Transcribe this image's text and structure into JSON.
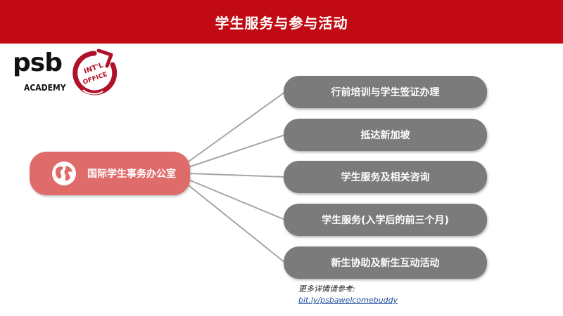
{
  "header": {
    "title": "学生服务与参与活动",
    "background_color": "#c10a14"
  },
  "logos": {
    "psb_text": "psb",
    "academy_text": "ACADEMY",
    "office_line1": "INT'L",
    "office_line2": "OFFICE"
  },
  "diagram": {
    "center": {
      "label": "国际学生事务办公室",
      "icon": "globe-icon",
      "color": "#e06b6b"
    },
    "branches": [
      {
        "label": "行前培训与学生签证办理"
      },
      {
        "label": "抵达新加坡"
      },
      {
        "label": "学生服务及相关咨询"
      },
      {
        "label": "学生服务(入学后的前三个月)"
      },
      {
        "label": "新生协助及新生互动活动"
      }
    ],
    "branch_color": "#7b7b7b",
    "connector_color": "#a6a6a6"
  },
  "footnote": {
    "text": "更多详情请参考:",
    "link": "bit.ly/psbawelcomebuddy"
  }
}
